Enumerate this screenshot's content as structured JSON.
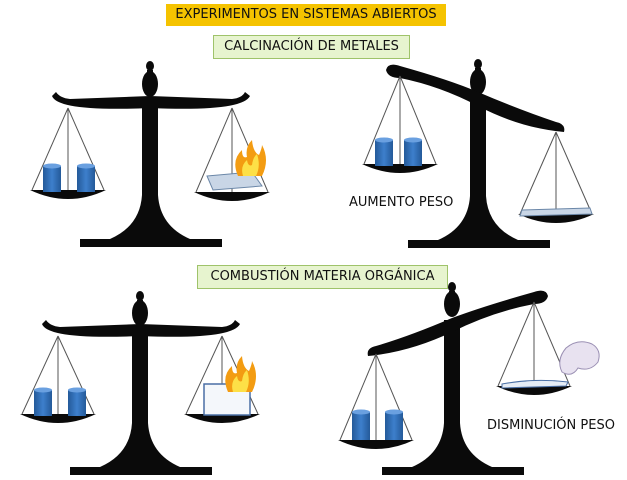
{
  "header": {
    "title": "EXPERIMENTOS EN SISTEMAS ABIERTOS"
  },
  "section_1": {
    "title": "CALCINACIÓN DE METALES",
    "result_label": "AUMENTO PESO"
  },
  "section_2": {
    "title": "COMBUSTIÓN MATERIA ORGÁNICA",
    "result_label": "DISMINUCIÓN PESO"
  },
  "colors": {
    "title_bg": "#f5c300",
    "subtitle_bg": "#e7f4cf",
    "scale": "#0a0a0a",
    "cylinder": "#2f6db5",
    "flame": "#f39c12"
  }
}
